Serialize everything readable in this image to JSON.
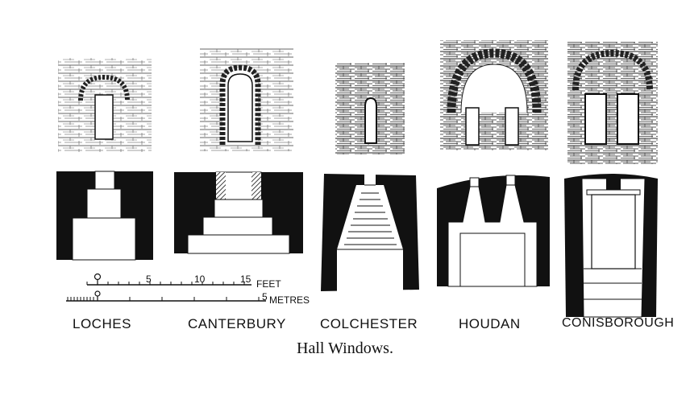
{
  "caption": "Hall Windows.",
  "windows": [
    {
      "name": "LOCHES"
    },
    {
      "name": "CANTERBURY"
    },
    {
      "name": "COLCHESTER"
    },
    {
      "name": "HOUDAN"
    },
    {
      "name": "CONISBOROUGH"
    }
  ],
  "scale": {
    "feet_ticks": [
      "0",
      "5",
      "10",
      "15"
    ],
    "feet_unit": "FEET",
    "metres_ticks": [
      "0",
      "5"
    ],
    "metres_unit": "METRES"
  },
  "colors": {
    "ink": "#111111",
    "paper": "#ffffff"
  }
}
